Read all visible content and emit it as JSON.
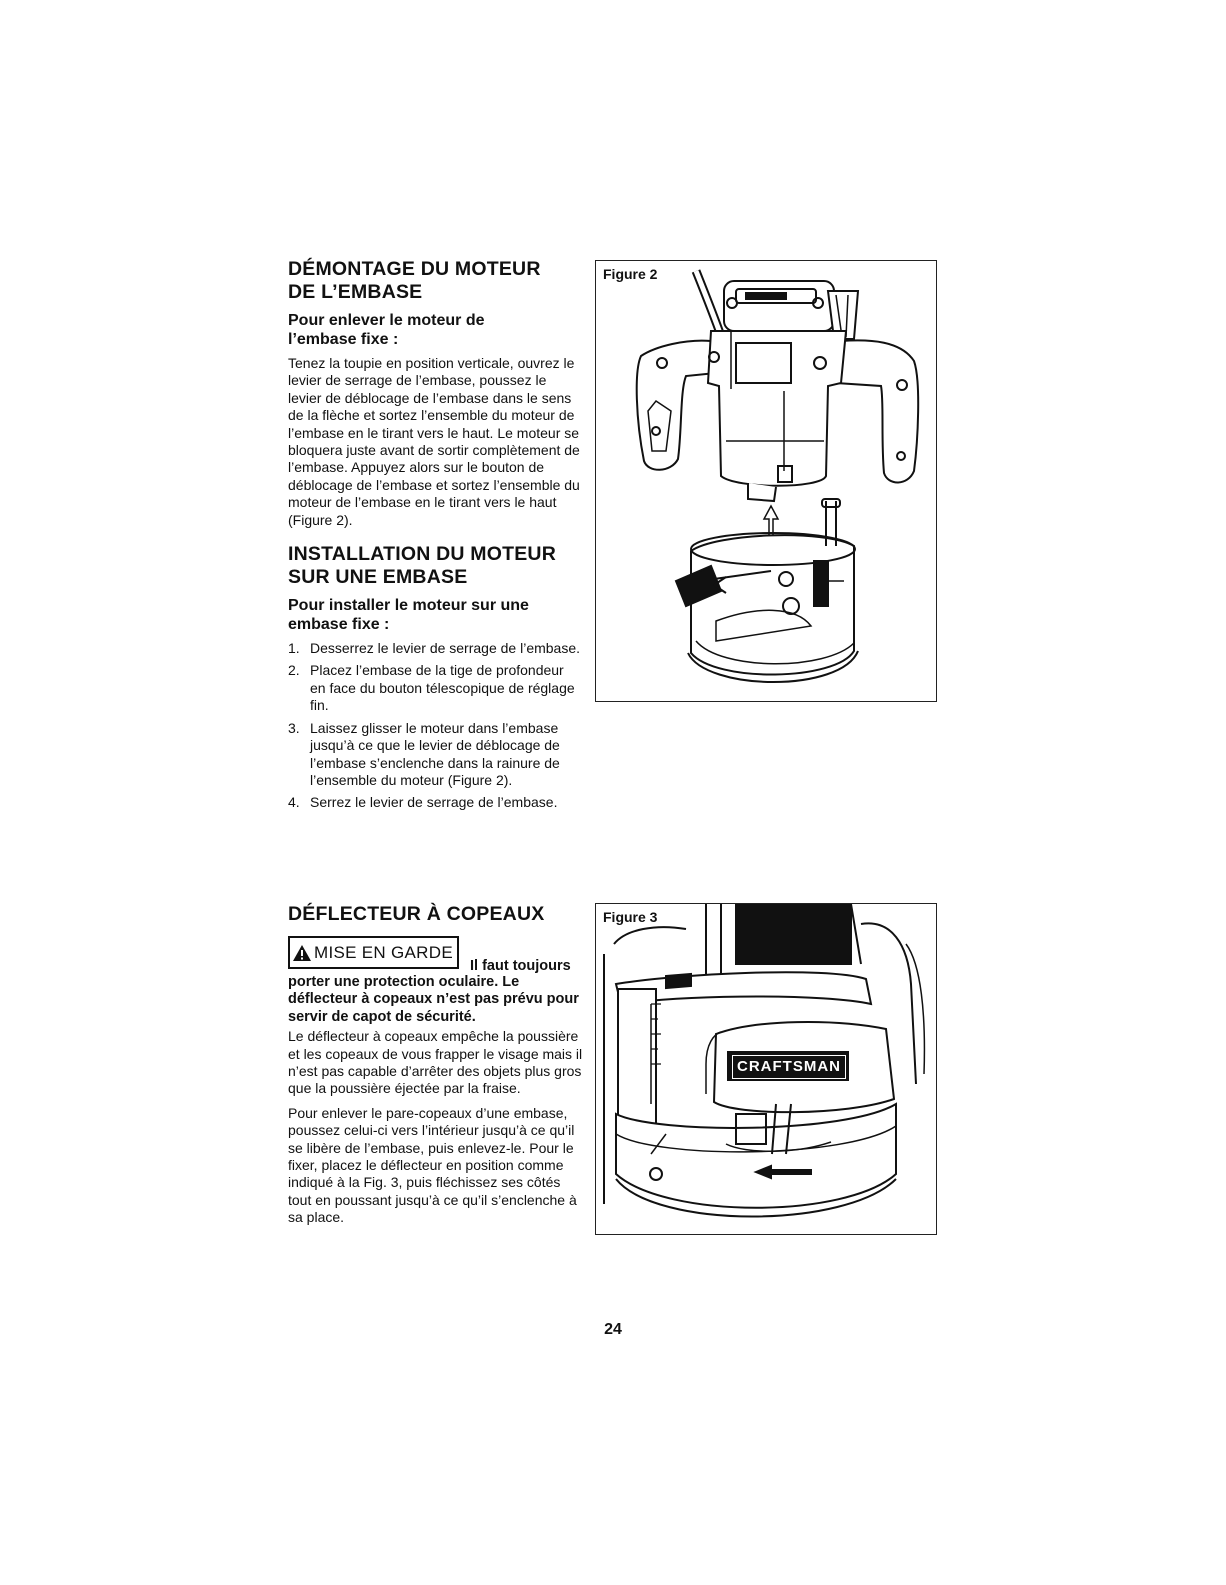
{
  "section1": {
    "title_line1": "DÉMONTAGE DU MOTEUR",
    "title_line2": "DE L’EMBASE",
    "subtitle_line1": "Pour enlever le moteur de",
    "subtitle_line2": "l’embase fixe :",
    "body": "Tenez la toupie en position verticale, ouvrez le levier de serrage de l’embase, poussez le levier de déblocage de l’embase dans le sens de la flèche et sortez l’ensemble du moteur de l’embase en le tirant vers le haut. Le moteur se bloquera juste avant de sortir complètement de l’embase. Appuyez alors sur le bouton de déblocage de l’embase et sortez l’ensemble du moteur de l’embase en le tirant vers le haut (Figure 2)."
  },
  "section2": {
    "title_line1": "INSTALLATION DU MOTEUR",
    "title_line2": "SUR UNE EMBASE",
    "subtitle_line1": "Pour installer le moteur sur une",
    "subtitle_line2": "embase fixe :",
    "steps": [
      {
        "num": "1.",
        "text": "Desserrez le levier de serrage de l’embase."
      },
      {
        "num": "2.",
        "text": "Placez l’embase de la tige de profondeur en face du bouton télescopique de réglage fin."
      },
      {
        "num": "3.",
        "text": "Laissez glisser le moteur dans l’embase jusqu’à ce que le levier de déblocage de l’embase s’enclenche dans la rainure de l’ensemble du moteur (Figure 2)."
      },
      {
        "num": "4.",
        "text": "Serrez le levier de serrage de l’embase."
      }
    ]
  },
  "section3": {
    "title": "DÉFLECTEUR À COPEAUX",
    "warning_label": "MISE EN GARDE",
    "warning_tail": "Il faut toujours",
    "warning_bold": "porter une protection oculaire. Le déflecteur à copeaux n’est pas prévu pour servir de capot de sécurité.",
    "para1": "Le déflecteur à copeaux empêche la poussière et les copeaux de vous frapper le visage mais il n’est pas capable d’arrêter des objets plus gros que la poussière éjectée par la fraise.",
    "para2": "Pour enlever le pare-copeaux d’une embase, poussez celui-ci vers l’intérieur jusqu’à ce qu’il se libère de l’embase, puis enlevez-le. Pour le fixer, placez le déflecteur en position comme indiqué à la Fig. 3, puis fléchissez ses côtés tout en poussant jusqu’à ce qu’il s’enclenche à sa place."
  },
  "figures": {
    "fig2_label": "Figure 2",
    "fig3_label": "Figure 3",
    "brand_text": "CRAFTSMAN"
  },
  "page_number": "24"
}
